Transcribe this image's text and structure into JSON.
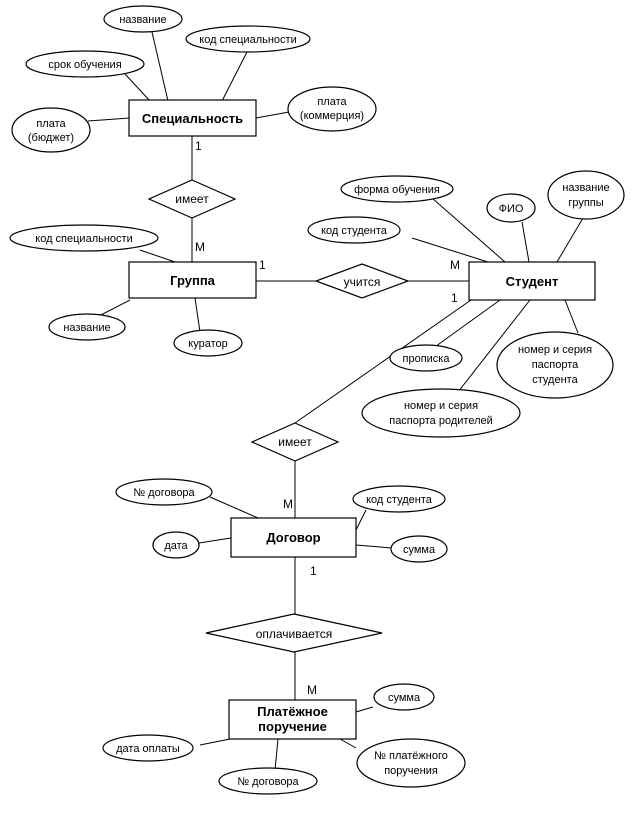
{
  "entities": {
    "specialty": "Специальность",
    "group": "Группа",
    "student": "Студент",
    "contract": "Договор",
    "payment_line1": "Платёжное",
    "payment_line2": "поручение"
  },
  "relationships": {
    "specialty_group": "имеет",
    "group_student": "учится",
    "student_contract": "имеет",
    "contract_payment": "оплачивается"
  },
  "cardinalities": {
    "specialty_side": "1",
    "group_side_from_specialty": "M",
    "group_side_to_student": "1",
    "student_side_from_group": "M",
    "student_side_to_contract": "1",
    "contract_side_from_student": "M",
    "contract_side_to_payment": "1",
    "payment_side": "M"
  },
  "attributes": {
    "specialty": {
      "name": "название",
      "code": "код специальности",
      "duration": "срок обучения",
      "fee_budget_1": "плата",
      "fee_budget_2": "(бюджет)",
      "fee_comm_1": "плата",
      "fee_comm_2": "(коммерция)"
    },
    "group": {
      "specialty_code": "код специальности",
      "name": "название",
      "curator": "куратор"
    },
    "student": {
      "study_form": "форма обучения",
      "fio": "ФИО",
      "group_name_1": "название",
      "group_name_2": "группы",
      "student_code": "код студента",
      "residence": "прописка",
      "passport_1": "номер и серия",
      "passport_2": "паспорта",
      "passport_3": "студента",
      "parent_passport_1": "номер и серия",
      "parent_passport_2": "паспорта родителей"
    },
    "contract": {
      "number": "№ договора",
      "date": "дата",
      "student_code": "код студента",
      "sum": "сумма"
    },
    "payment": {
      "sum": "сумма",
      "pay_date": "дата оплаты",
      "contract_number": "№ договора",
      "order_no_1": "№ платёжного",
      "order_no_2": "поручения"
    }
  }
}
